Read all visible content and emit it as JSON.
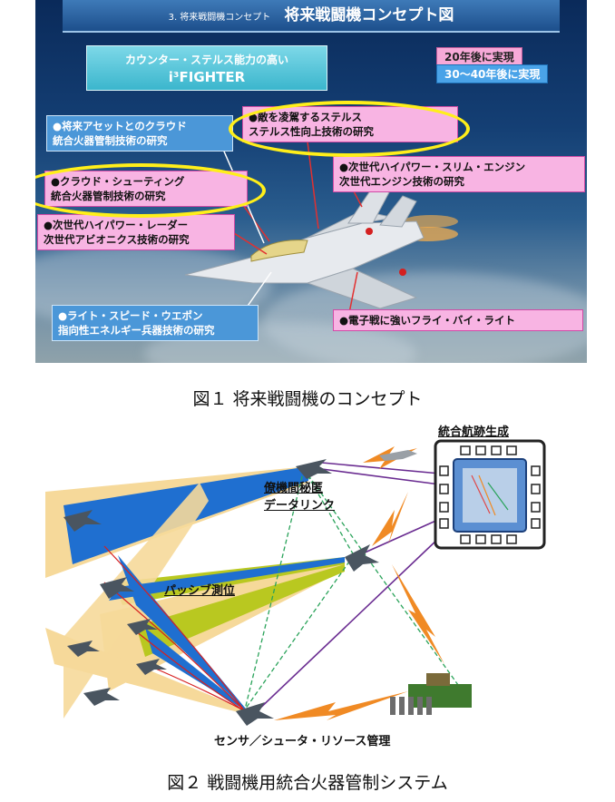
{
  "figure1": {
    "title_number": "3. 将来戦闘機コンセプト",
    "title": "将来戦闘機コンセプト図",
    "concept": {
      "line1": "カウンター・ステルス能力の高い",
      "line2": "i³FIGHTER"
    },
    "legend": [
      {
        "text": "20年後に実現",
        "color": "#f7a9d8"
      },
      {
        "text": "30～40年後に実現",
        "color": "#4aa3e8"
      }
    ],
    "callouts": {
      "cloud": {
        "title": "●将来アセットとのクラウド",
        "sub": "統合火器管制技術の研究"
      },
      "stealth": {
        "title": "●敵を凌駕するステルス",
        "sub": "ステルス性向上技術の研究"
      },
      "shooting": {
        "title": "●クラウド・シューティング",
        "sub": "統合火器管制技術の研究"
      },
      "engine": {
        "title": "●次世代ハイパワー・スリム・エンジン",
        "sub": "次世代エンジン技術の研究"
      },
      "radar": {
        "title": "●次世代ハイパワー・レーダー",
        "sub": "次世代アビオニクス技術の研究"
      },
      "weapon": {
        "title": "●ライト・スピード・ウエポン",
        "sub": "指向性エネルギー兵器技術の研究"
      },
      "ew": {
        "title": "●電子戦に強いフライ・バイ・ライト"
      }
    },
    "caption": "図１ 将来戦闘機のコンセプト"
  },
  "figure2": {
    "track_label": "統合航跡生成",
    "link_label": [
      "僚機間秘匿",
      "データリンク"
    ],
    "passive_label": "パッシブ測位",
    "manage_label": "センサ／シュータ・リソース管理",
    "caption": "図２ 戦闘機用統合火器管制システム"
  },
  "colors": {
    "beam_blue": "#1f6fd0",
    "beam_yellow": "#b9c820",
    "zone_sand": "#f6d99a",
    "link_purple": "#6a2c91",
    "emission_orange": "#f08a24",
    "highlight_ring": "#ffef1a"
  }
}
